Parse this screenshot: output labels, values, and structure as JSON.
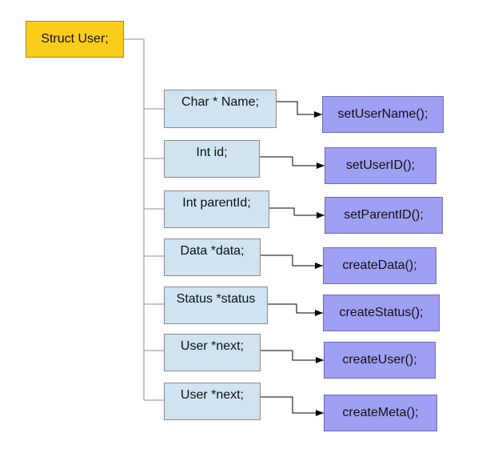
{
  "root": {
    "label": "Struct User;"
  },
  "fields": [
    {
      "label": "Char * Name;"
    },
    {
      "label": "Int id;"
    },
    {
      "label": "Int parentId;"
    },
    {
      "label": "Data *data;"
    },
    {
      "label": "Status *status"
    },
    {
      "label": "User *next;"
    },
    {
      "label": "User *next;"
    }
  ],
  "methods": [
    {
      "label": "setUserName();"
    },
    {
      "label": "setUserID();"
    },
    {
      "label": "setParentID();"
    },
    {
      "label": "createData();"
    },
    {
      "label": "createStatus();"
    },
    {
      "label": "createUser();"
    },
    {
      "label": "createMeta();"
    }
  ],
  "colors": {
    "root_fill": "#fbcd1b",
    "field_fill": "#cfe3f1",
    "method_fill": "#9f9ff3",
    "connector": "#8f8f8f",
    "arrow": "#000000"
  }
}
